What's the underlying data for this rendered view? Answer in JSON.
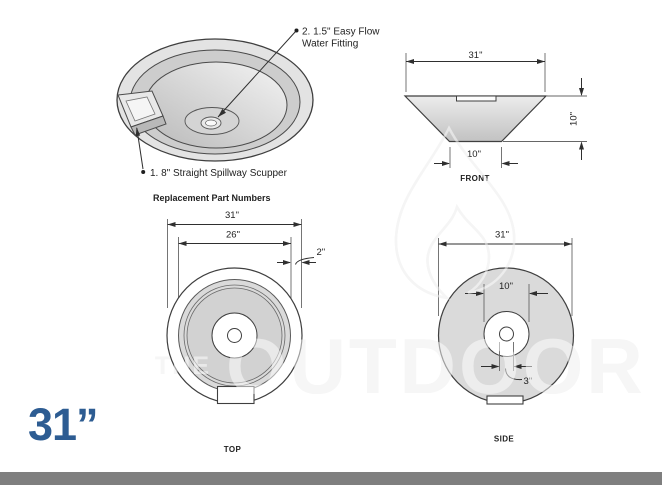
{
  "product": {
    "size_badge": "31”"
  },
  "section_heading": "Replacement Part Numbers",
  "callouts": {
    "fitting_line1": "2. 1.5\" Easy Flow",
    "fitting_line2": "Water Fitting",
    "scupper": "1. 8\" Straight Spillway Scupper"
  },
  "views": {
    "front": {
      "label": "FRONT",
      "dim_top": "31\"",
      "dim_height": "10\"",
      "dim_bottom": "10\""
    },
    "top": {
      "label": "TOP",
      "dim_outer": "31\"",
      "dim_inner": "26\"",
      "dim_rim": "2\""
    },
    "side": {
      "label": "SIDE",
      "dim_outer": "31\"",
      "dim_opening": "10\"",
      "dim_hole": "3\""
    }
  },
  "watermark": {
    "small": "THE",
    "large": "OUTDOOR"
  },
  "colors": {
    "accent_blue": "#2d5c92",
    "footer_gray": "#7f7f7f",
    "line_gray": "#3f3f3f",
    "fill_gray": "#d9d9d9"
  }
}
